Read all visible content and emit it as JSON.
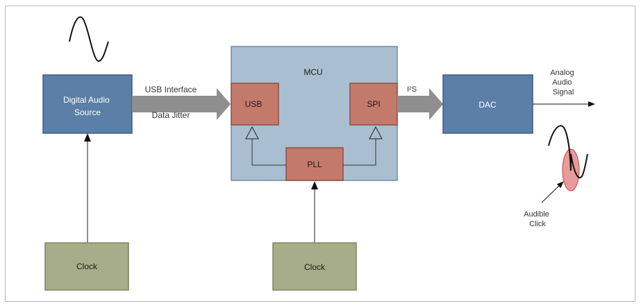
{
  "blocks": {
    "source": "Digital Audio\nSource",
    "mcu": "MCU",
    "usb": "USB",
    "spi": "SPI",
    "pll": "PLL",
    "dac": "DAC",
    "clock_left": "Clock",
    "clock_center": "Clock"
  },
  "labels": {
    "usb_interface": "USB Interface",
    "data_jitter": "Data Jitter",
    "i2s": "I²S",
    "analog_audio_signal": "Analog\nAudio\nSignal",
    "audible_click": "Audible\nClick"
  },
  "colors": {
    "blue_block": "#5b7fa6",
    "mcu_bg": "#a9bfd1",
    "red_block": "#c47a6a",
    "green_block": "#a7ad88",
    "arrow_gray": "#8f8f8f",
    "click_ellipse": "#e48a8a"
  }
}
